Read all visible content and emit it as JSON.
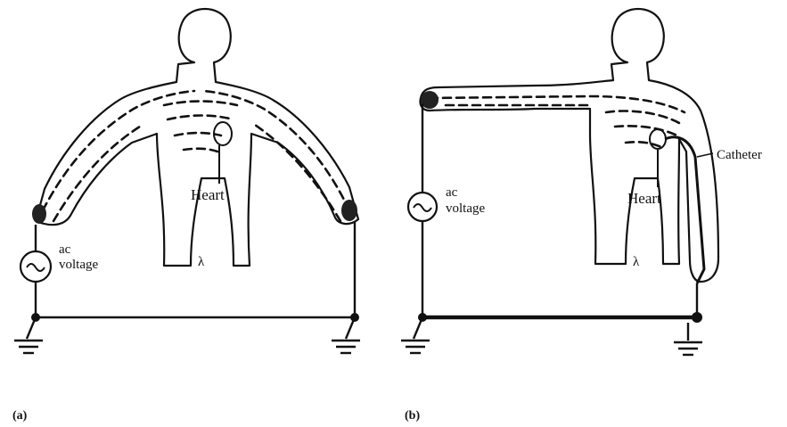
{
  "panel_a": {
    "heart_label": "Heart",
    "source_label_line1": "ac",
    "source_label_line2": "voltage",
    "body_mark": "λ",
    "caption": "(a)"
  },
  "panel_b": {
    "heart_label": "Heart",
    "source_label_line1": "ac",
    "source_label_line2": "voltage",
    "catheter_label": "Catheter",
    "body_mark": "λ",
    "caption": "(b)"
  },
  "icons": {
    "ac_source": "sine-in-circle",
    "ground": "ground-symbol"
  }
}
